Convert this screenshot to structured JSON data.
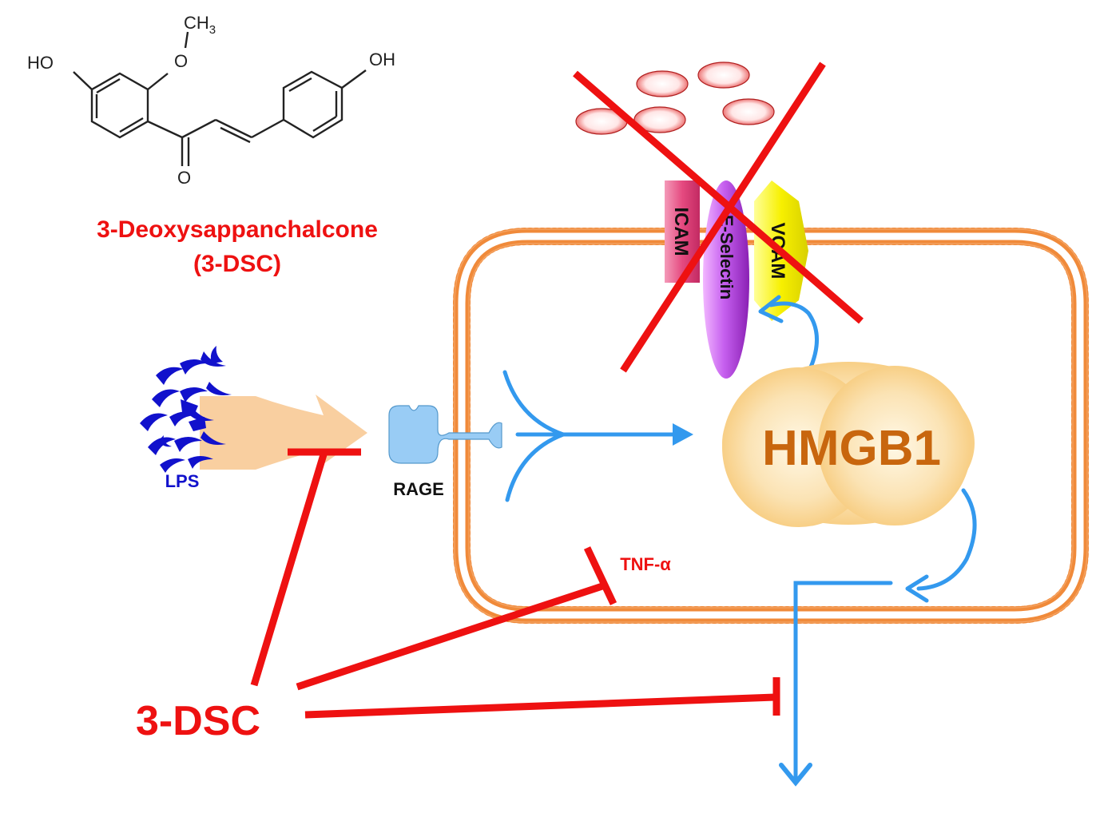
{
  "compound": {
    "name": "3-Deoxysappanchalcone",
    "abbrev": "(3-DSC)",
    "atoms": {
      "methyl": "CH",
      "methyl_sub": "3",
      "oxygen": "O",
      "hydroxyl_left": "HO",
      "hydroxyl_right": "OH",
      "carbonyl_o": "O"
    }
  },
  "labels": {
    "lps": "LPS",
    "rage": "RAGE",
    "icam": "ICAM",
    "selectin": "E-Selectin",
    "vcam": "VCAM",
    "hmgb1": "HMGB1",
    "tnf": "TNF-α",
    "drug": "3-DSC"
  },
  "colors": {
    "red": "#ee1111",
    "blue": "#3399ee",
    "lps_blue": "#1111cc",
    "membrane": "#f08a3a",
    "receptor": "#99ccf5",
    "lps_body": "#f9cfa0",
    "hmgb1_fill": "#f9d48a",
    "hmgb1_text": "#c8660e",
    "icam": "#e0447a",
    "selectin": "#b23ad8",
    "vcam": "#f3f000"
  }
}
